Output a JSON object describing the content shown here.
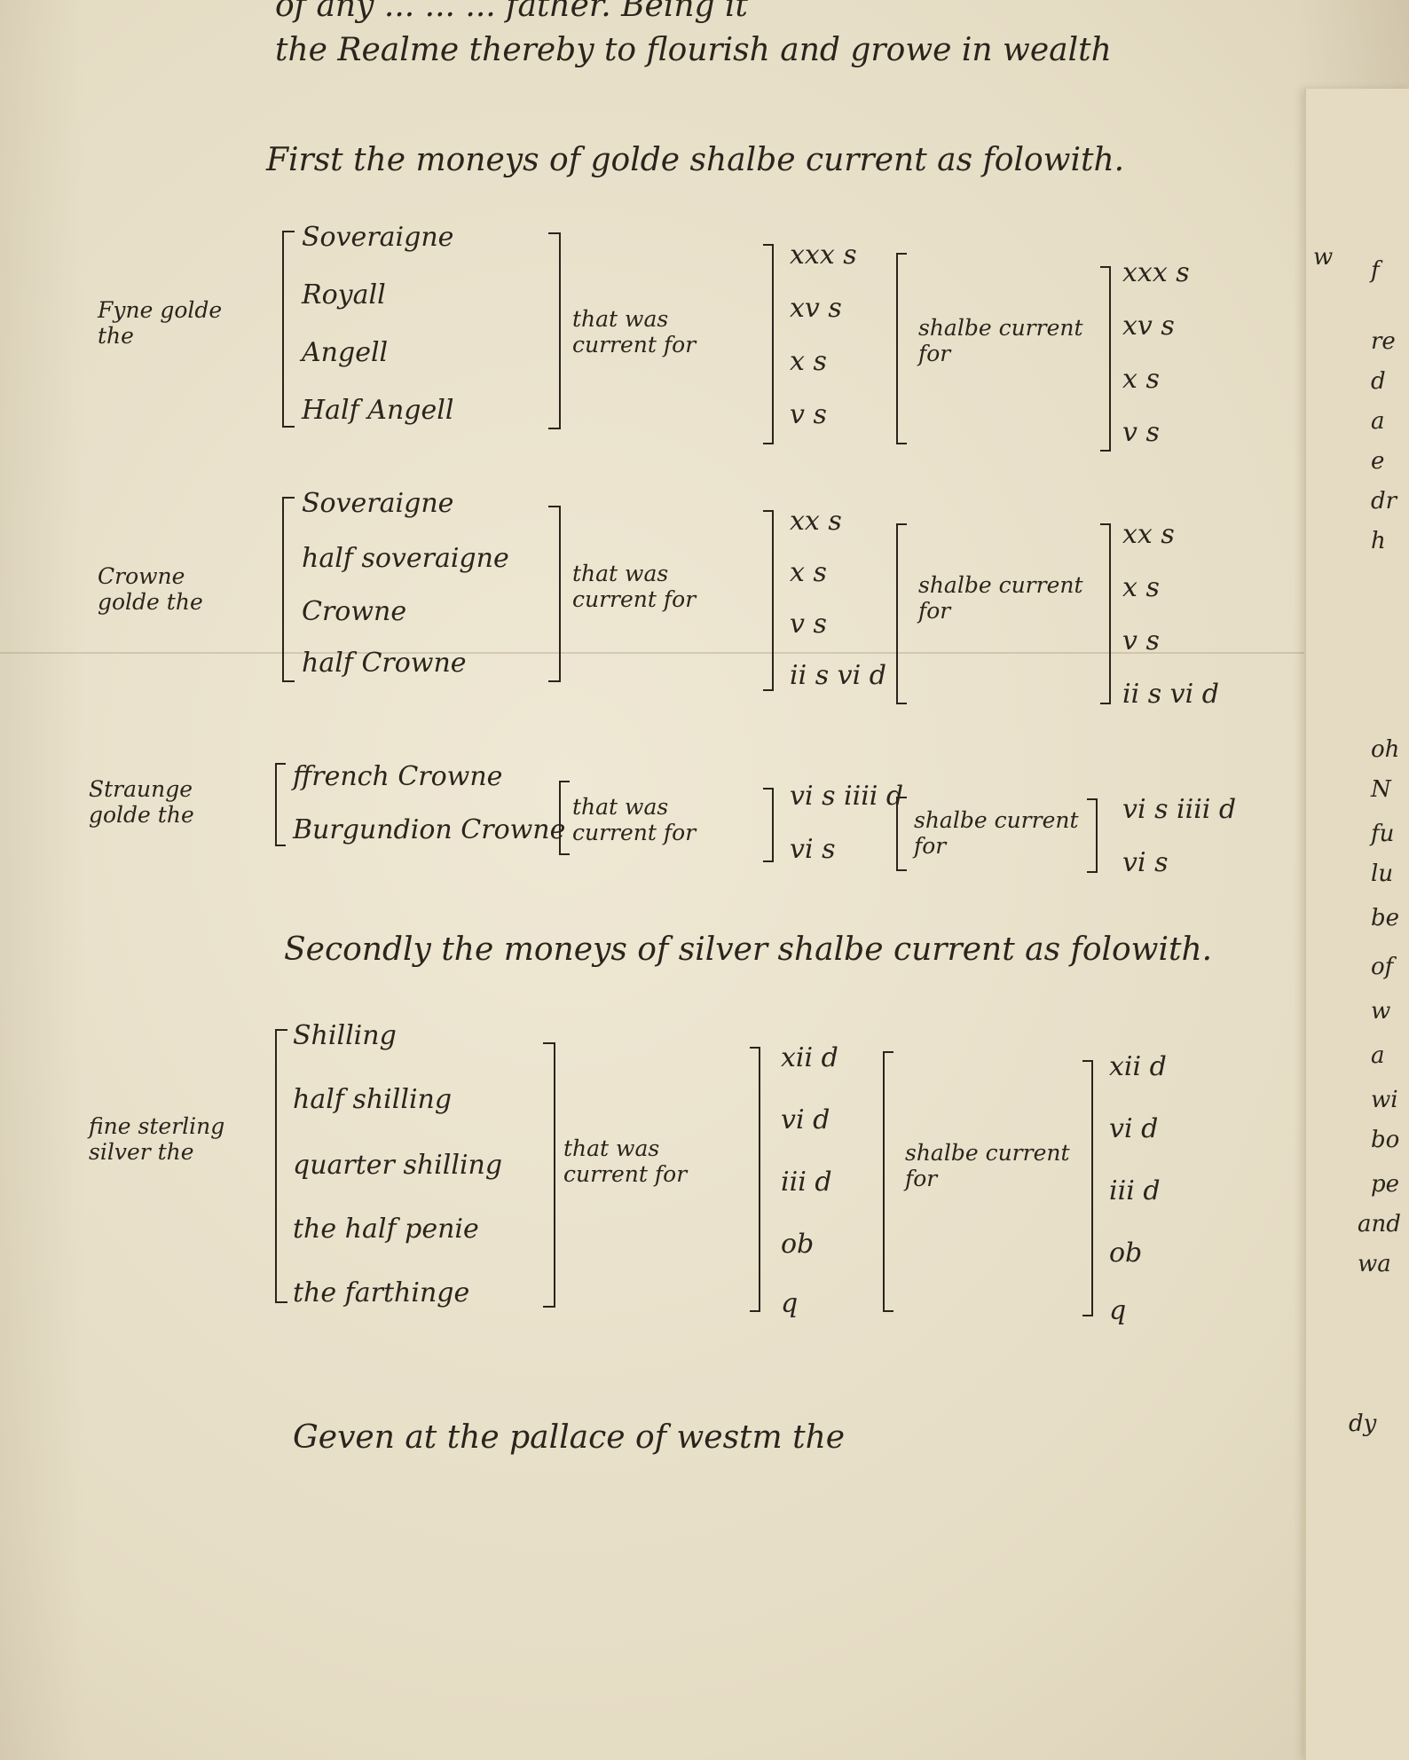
{
  "top_lines": [
    "of any ... ... ... father. Being it",
    "the Realme thereby to flourish and growe in wealth"
  ],
  "heading_gold": "First the moneys of golde shalbe current as folowith.",
  "gold_groups": [
    {
      "group": "Fyne golde the",
      "coins": [
        "Soveraigne",
        "Royall",
        "Angell",
        "Half Angell"
      ],
      "was": "that was current for",
      "was_values": [
        "xxx s",
        "xv s",
        "x s",
        "v s"
      ],
      "shall": "shalbe current for",
      "shall_values": [
        "xxx s",
        "xv s",
        "x s",
        "v s"
      ]
    },
    {
      "group": "Crowne golde the",
      "coins": [
        "Soveraigne",
        "half soveraigne",
        "Crowne",
        "half Crowne"
      ],
      "was": "that was current for",
      "was_values": [
        "xx s",
        "x s",
        "v s",
        "ii s vi d"
      ],
      "shall": "shalbe current for",
      "shall_values": [
        "xx s",
        "x s",
        "v s",
        "ii s vi d"
      ]
    },
    {
      "group": "Straunge golde the",
      "coins": [
        "ffrench Crowne",
        "Burgundion Crowne"
      ],
      "was": "that was current for",
      "was_values": [
        "vi s iiii d",
        "vi s"
      ],
      "shall": "shalbe current for",
      "shall_values": [
        "vi s iiii d",
        "vi s"
      ]
    }
  ],
  "heading_silver": "Secondly the moneys of silver shalbe current as folowith.",
  "silver_group": {
    "group": "fine sterling silver the",
    "coins": [
      "Shilling",
      "half shilling",
      "quarter shilling",
      "the half penie",
      "the farthinge"
    ],
    "was": "that was current for",
    "was_values": [
      "xii d",
      "vi d",
      "iii d",
      "ob",
      "q"
    ],
    "shall": "shalbe current for",
    "shall_values": [
      "xii d",
      "vi d",
      "iii d",
      "ob",
      "q"
    ]
  },
  "closing": "Geven at the pallace of westm the",
  "margin_fragments": [
    "w",
    "f",
    "re",
    "d",
    "a",
    "e",
    "dr",
    "h",
    "oh",
    "N",
    "fu",
    "lu",
    "be",
    "of",
    "w",
    "a",
    "wi",
    "bo",
    "pe",
    "and",
    "wa",
    "dy"
  ]
}
